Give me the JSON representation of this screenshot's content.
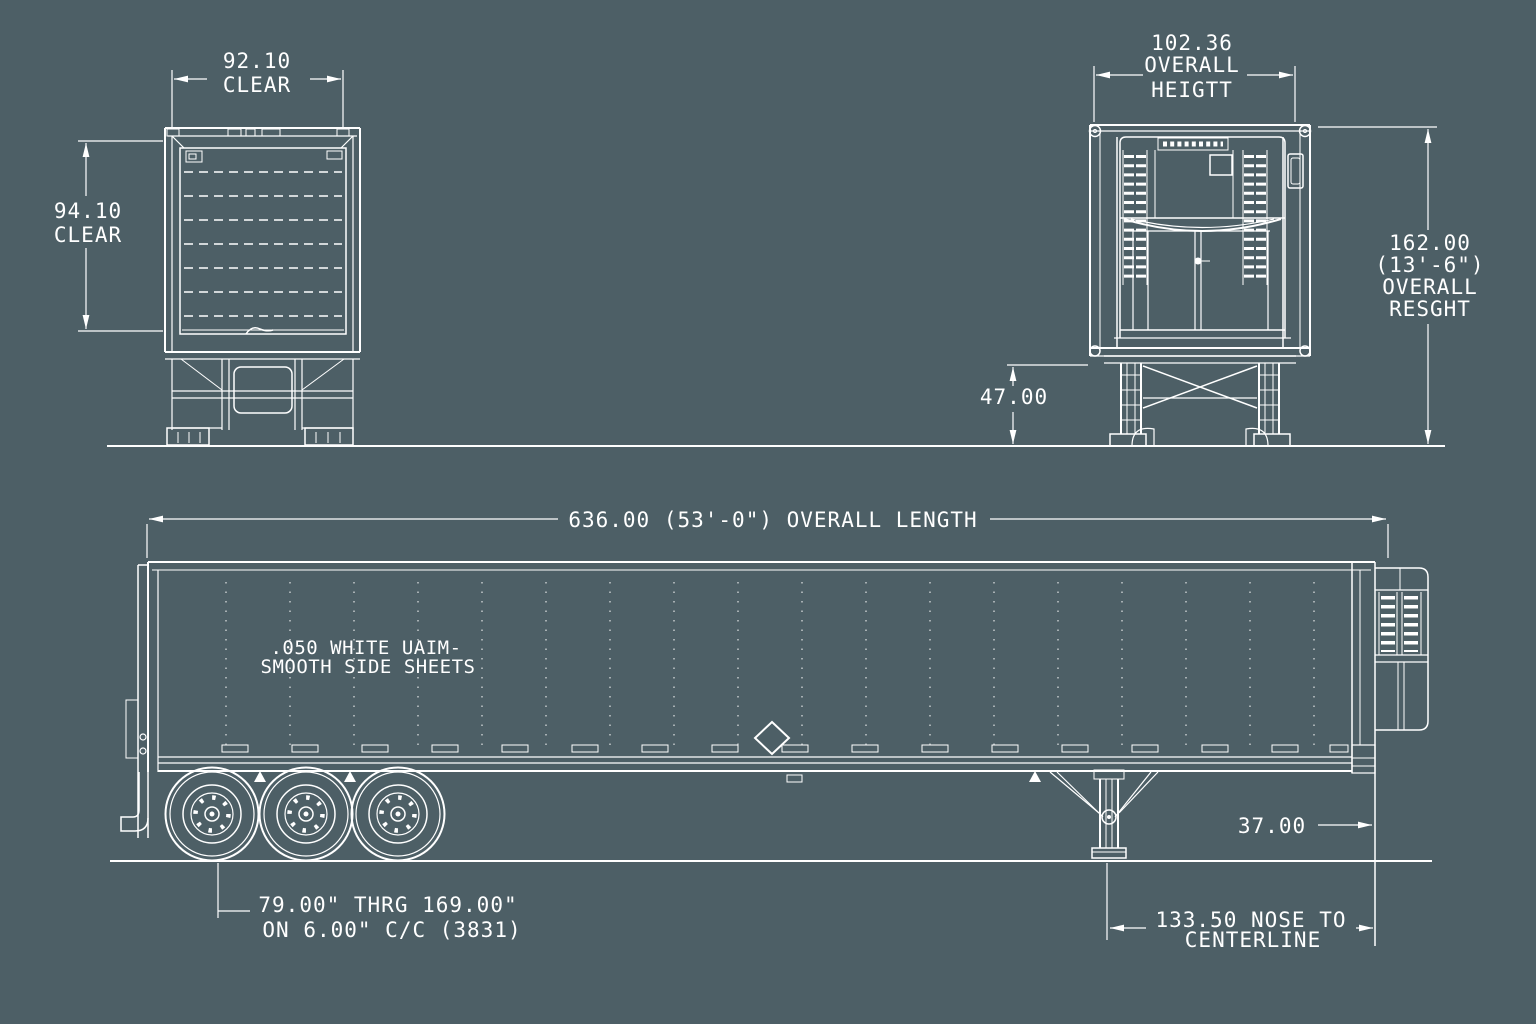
{
  "drawing": {
    "background_color": "#4D5F66",
    "line_color": "#FFFFFF"
  },
  "rear_view": {
    "width_dim_value": "92.10",
    "width_dim_label": "CLEAR",
    "height_dim_value": "94.10",
    "height_dim_label": "CLEAR"
  },
  "front_view": {
    "width_dim_value": "102.36",
    "width_dim_label1": "OVERALL",
    "width_dim_label2": "HEIGTT",
    "height_dim_value": "162.00",
    "height_dim_feet": "(13'-6\")",
    "height_dim_label1": "OVERALL",
    "height_dim_label2": "RESGHT",
    "gear_height_dim_value": "47.00"
  },
  "side_view": {
    "length_dim_text": "636.00 (53'-0\") OVERALL LENGTH",
    "sheet_note_line1": ".050 WHITE UAIM-",
    "sheet_note_line2": "SMOOTH SIDE SHEETS",
    "kingpin_dim_value": "37.00",
    "axle_note_line1": "79.00\" THRG 169.00\"",
    "axle_note_line2": "ON 6.00\" C/C (3831)",
    "nose_dim_line1": "133.50 NOSE TO",
    "nose_dim_line2": "CENTERLINE"
  }
}
